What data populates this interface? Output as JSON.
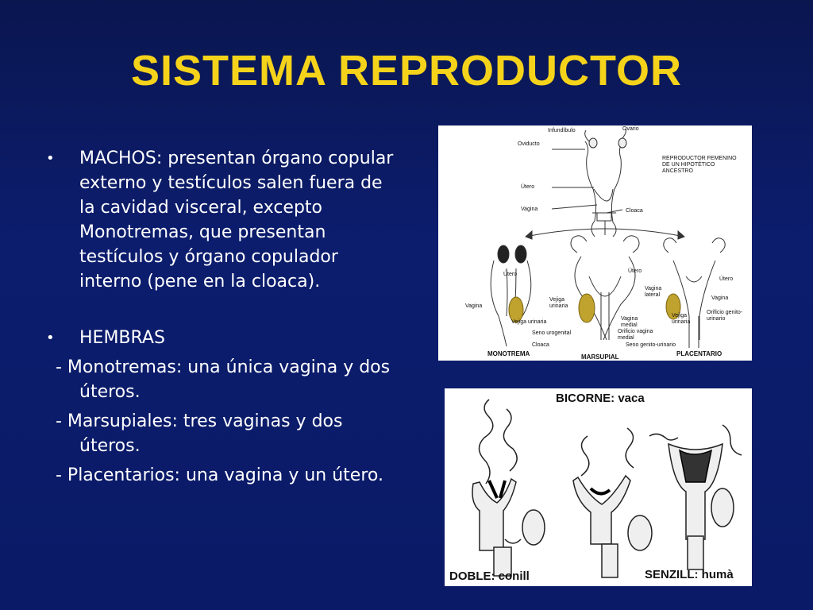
{
  "slide": {
    "title": "SISTEMA REPRODUCTOR",
    "title_color": "#f5d31a",
    "background_color": "#0c1d6e"
  },
  "text": {
    "bullet_icon": "•",
    "machos": "MACHOS:  presentan órgano copular externo y testículos salen fuera de la cavidad visceral, excepto Monotremas, que presentan testículos y órgano copulador interno (pene en la cloaca).",
    "hembras": "HEMBRAS",
    "items": [
      "- Monotremas: una única vagina y dos úteros.",
      "- Marsupiales: tres vaginas y dos úteros.",
      "- Placentarios: una vagina y un útero."
    ]
  },
  "figure1": {
    "labels": {
      "infundibulo": "Infundíbulo",
      "ovario": "Ovario",
      "oviducto": "Oviducto",
      "utero": "Útero",
      "vagina": "Vagina",
      "cloaca": "Cloaca",
      "caption": "REPRODUCTOR FEMENINO DE UN HIPOTÉTICO ANCESTRO",
      "mono_utero": "Útero",
      "mono_vagina": "Vagina",
      "mono_vejiga": "Vejiga urinaria",
      "mono_seno": "Seno urogenital",
      "mono_cloaca": "Cloaca",
      "mar_utero": "Útero",
      "mar_vagina_lat": "Vagina lateral",
      "mar_vejiga": "Vejiga urinaria",
      "mar_vagina_med": "Vagina medial",
      "mar_orificio": "Orificio vagina medial",
      "mar_seno": "Seno genito-urinario",
      "pla_utero": "Útero",
      "pla_vagina": "Vagina",
      "pla_vejiga": "Vejiga urinaria",
      "pla_orificio": "Orificio genito-urinario",
      "monotrema": "MONOTREMA",
      "marsupial": "MARSUPIAL",
      "placentario": "PLACENTARIO"
    }
  },
  "figure2": {
    "bicorne": "BICORNE: vaca",
    "doble": "DOBLE: conill",
    "senzill": "SENZILL: humà"
  }
}
